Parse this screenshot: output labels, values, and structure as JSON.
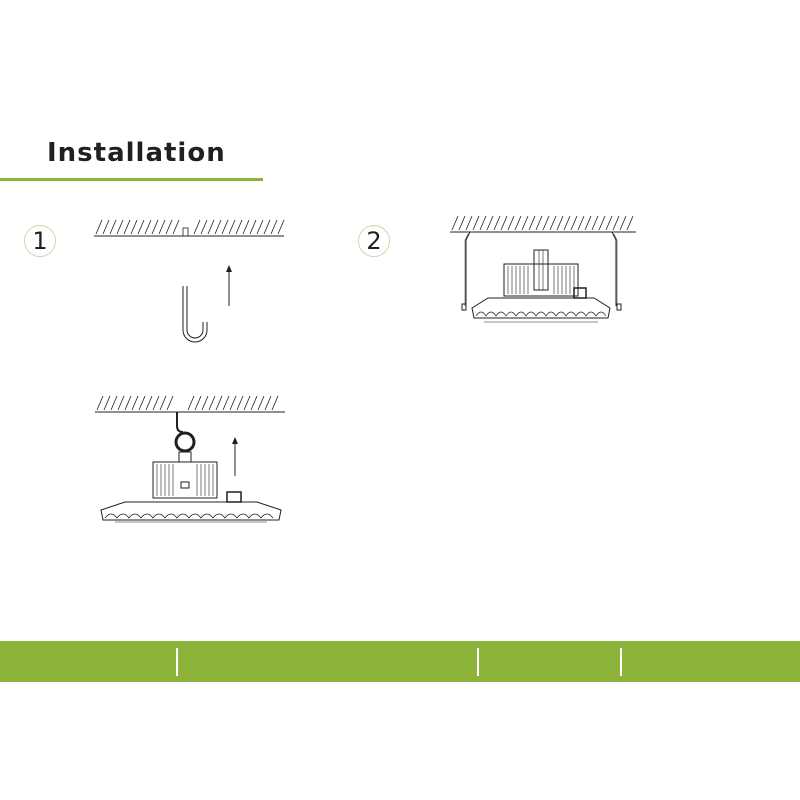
{
  "section": {
    "title": "Installation"
  },
  "steps": [
    {
      "number": "1"
    },
    {
      "number": "2"
    }
  ],
  "colors": {
    "accent": "#8db33a",
    "ink": "#231f20"
  }
}
